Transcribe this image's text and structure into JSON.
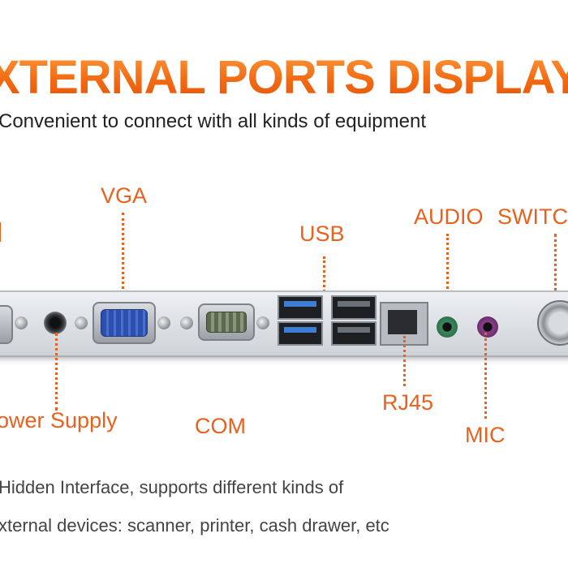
{
  "header": {
    "title": "XTERNAL PORTS DISPLAY",
    "subtitle": "Convenient to connect with all kinds of equipment"
  },
  "ports": {
    "vga": "VGA",
    "usb": "USB",
    "audio": "AUDIO",
    "switch": "SWITC",
    "power": "ower Supply",
    "com": "COM",
    "rj45": "RJ45",
    "mic": "MIC"
  },
  "footer": {
    "line1": "Hidden Interface, supports different kinds of",
    "line2": "xternal devices: scanner, printer, cash drawer, etc"
  },
  "colors": {
    "accent": "#e8611d",
    "vga_port": "#2d4fae",
    "audio_jack": "#3a8a5c",
    "mic_jack": "#8a3f8a",
    "usb_tongue": "#3f7ed6"
  }
}
